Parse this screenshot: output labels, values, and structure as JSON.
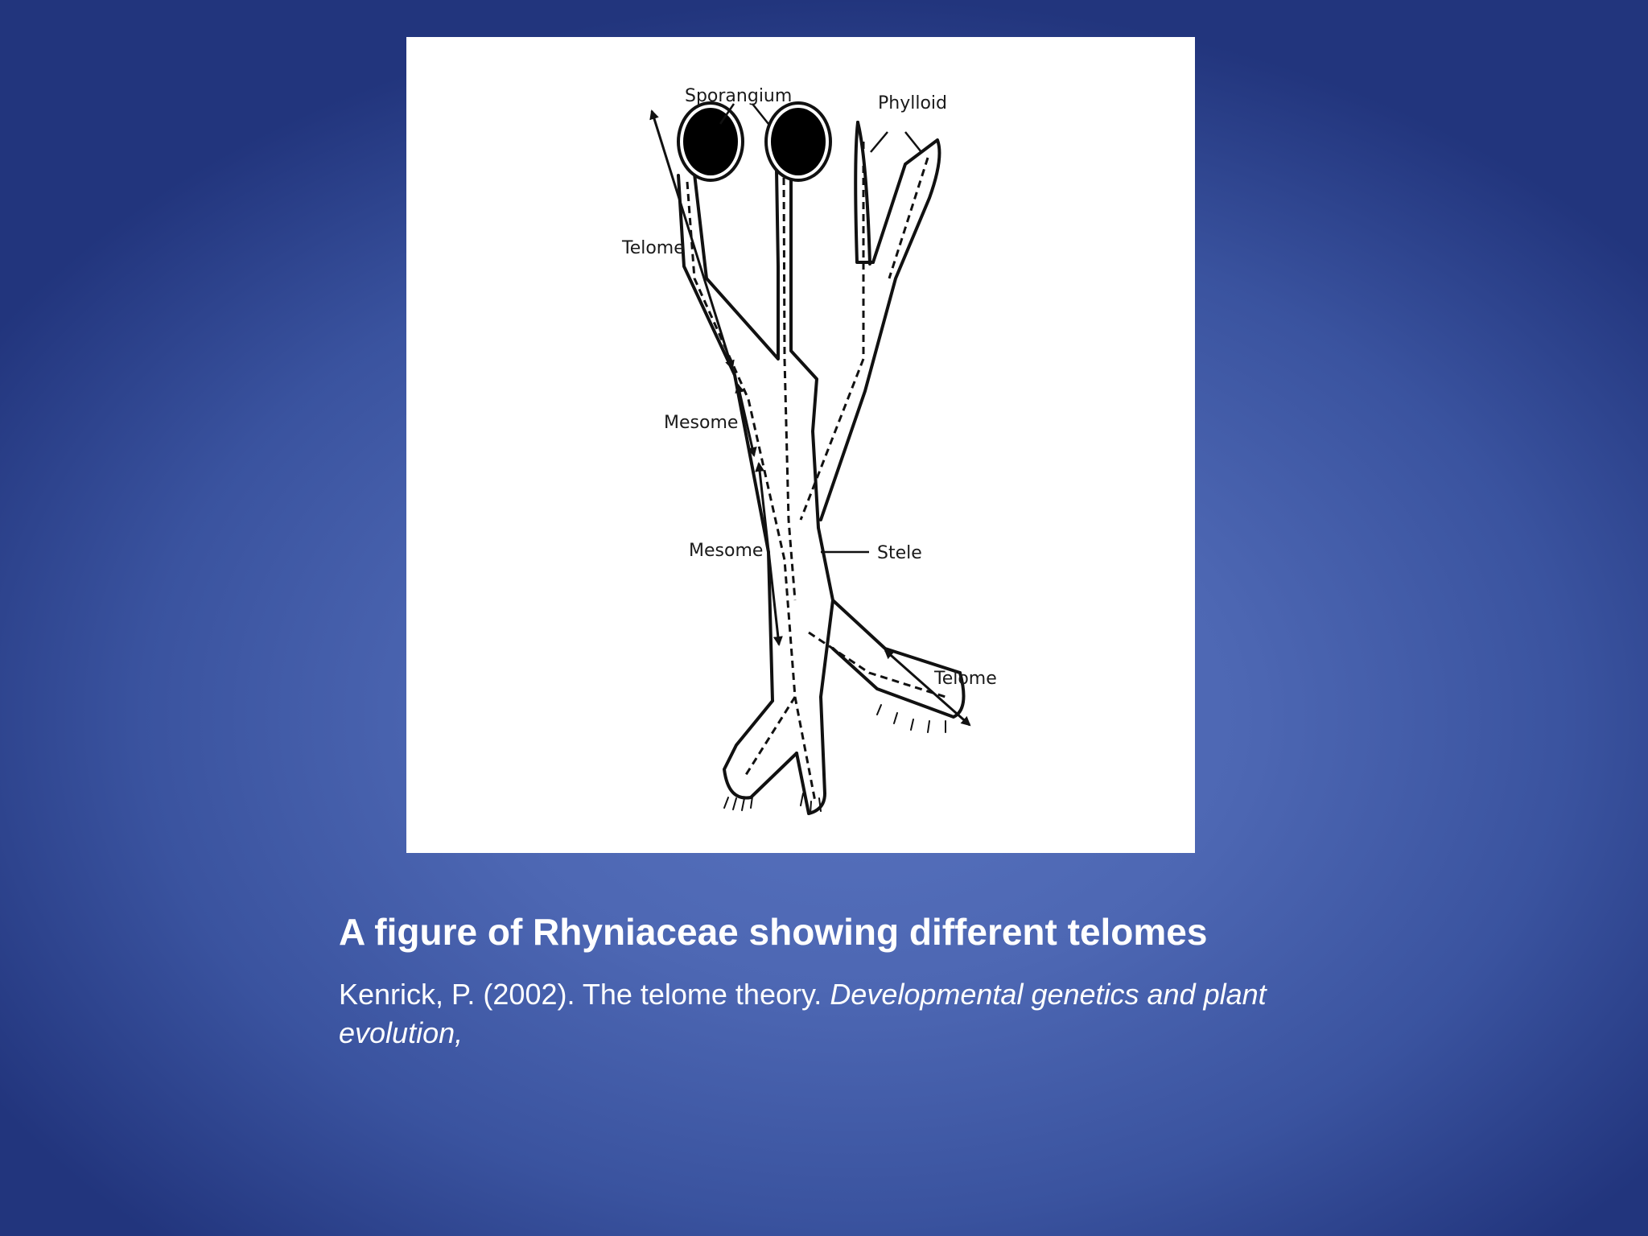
{
  "slide": {
    "caption": "A figure of Rhyniaceae showing different telomes",
    "citation": {
      "authors_year_title": "Kenrick, P. (2002). The telome theory. ",
      "source_italic": "Developmental genetics and plant evolution,"
    }
  },
  "diagram": {
    "labels": {
      "sporangium": "Sporangium",
      "phylloid": "Phylloid",
      "telome_upper": "Telome",
      "mesome_upper": "Mesome",
      "mesome_lower": "Mesome",
      "stele": "Stele",
      "telome_lower": "Telome"
    }
  }
}
